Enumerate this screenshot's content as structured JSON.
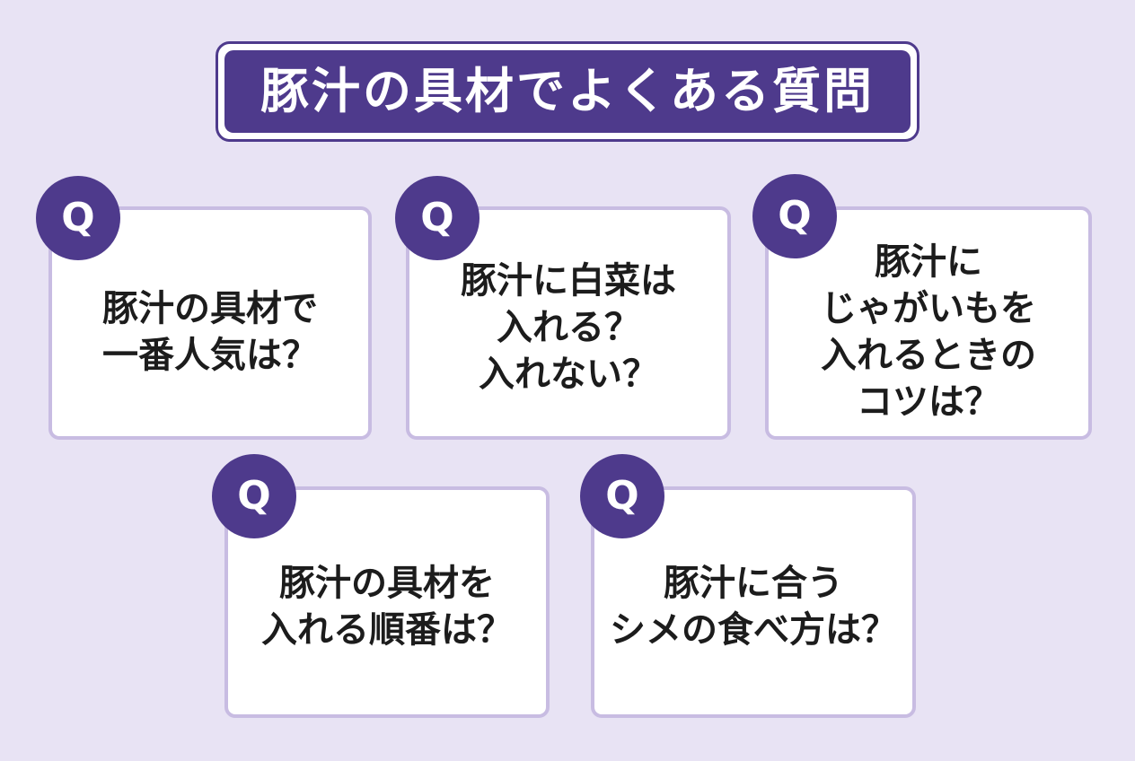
{
  "title": "豚汁の具材でよくある質問",
  "badge_label": "Q",
  "colors": {
    "background": "#e8e3f4",
    "accent": "#4e3a8c",
    "card_border": "#c8bce2",
    "card_fill": "#ffffff"
  },
  "questions": [
    {
      "text": "豚汁の具材で\n一番人気は？"
    },
    {
      "text": "豚汁に白菜は\n入れる？\n入れない？"
    },
    {
      "text": "豚汁に\nじゃがいもを\n入れるときの\nコツは？"
    },
    {
      "text": "豚汁の具材を\n入れる順番は？"
    },
    {
      "text": "豚汁に合う\nシメの食べ方は？"
    }
  ]
}
